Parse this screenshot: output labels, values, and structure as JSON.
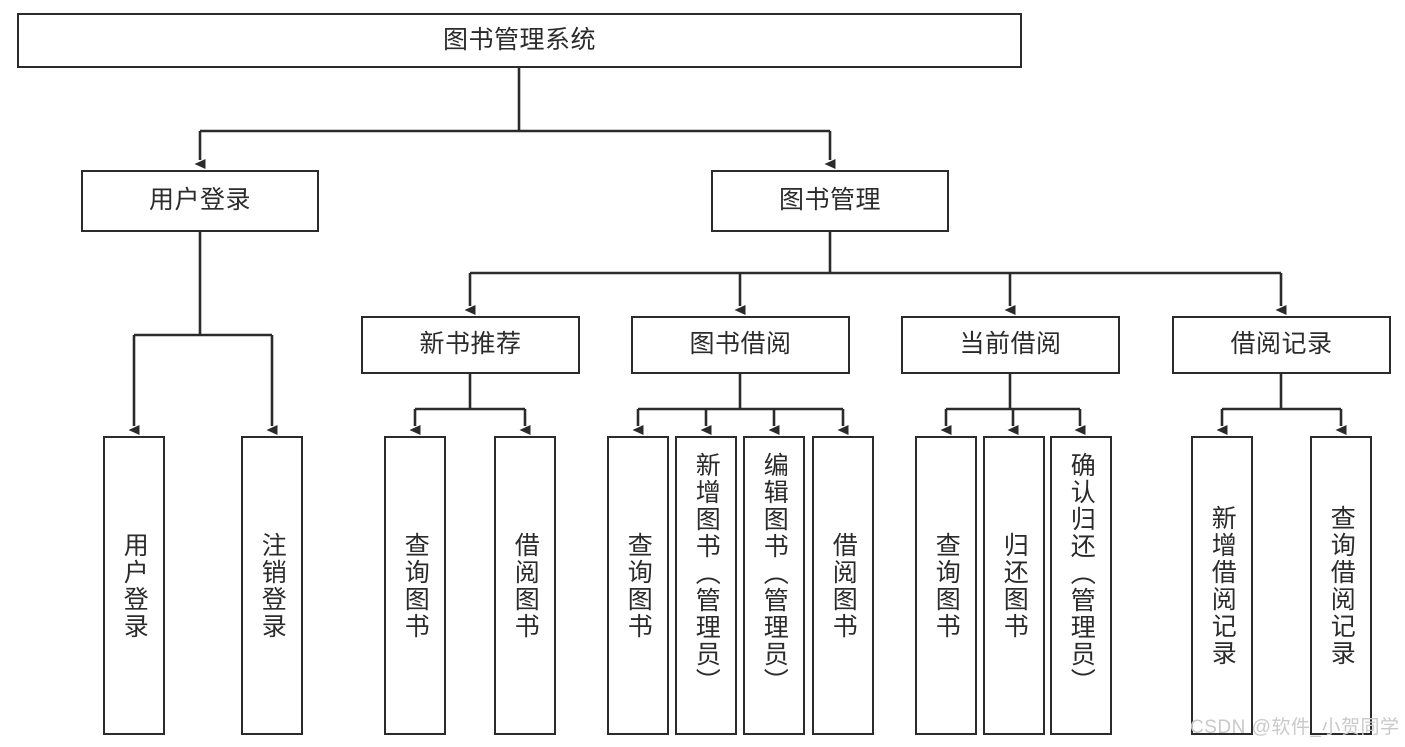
{
  "diagram": {
    "title": "图书管理系统",
    "type": "tree-hierarchy",
    "watermark": "CSDN @软件_小贺同学",
    "colors": {
      "stroke": "#2b2b2b",
      "fill": "#ffffff",
      "text": "#2b2b2b",
      "watermark": "#c9c9c9"
    }
  },
  "nodes": {
    "root": {
      "label": "图书管理系统"
    },
    "level2": [
      {
        "label": "用户登录"
      },
      {
        "label": "图书管理"
      }
    ],
    "level3": [
      {
        "label": "新书推荐"
      },
      {
        "label": "图书借阅"
      },
      {
        "label": "当前借阅"
      },
      {
        "label": "借阅记录"
      }
    ],
    "leaves": {
      "user_login": [
        {
          "label": "用户登录"
        },
        {
          "label": "注销登录"
        }
      ],
      "new_book": [
        {
          "label": "查询图书"
        },
        {
          "label": "借阅图书"
        }
      ],
      "book_borrow": [
        {
          "label": "查询图书"
        },
        {
          "label": "新增图书（管理员）"
        },
        {
          "label": "编辑图书（管理员）"
        },
        {
          "label": "借阅图书"
        }
      ],
      "current_borrow": [
        {
          "label": "查询图书"
        },
        {
          "label": "归还图书"
        },
        {
          "label": "确认归还（管理员）"
        }
      ],
      "borrow_record": [
        {
          "label": "新增借阅记录"
        },
        {
          "label": "查询借阅记录"
        }
      ]
    }
  }
}
